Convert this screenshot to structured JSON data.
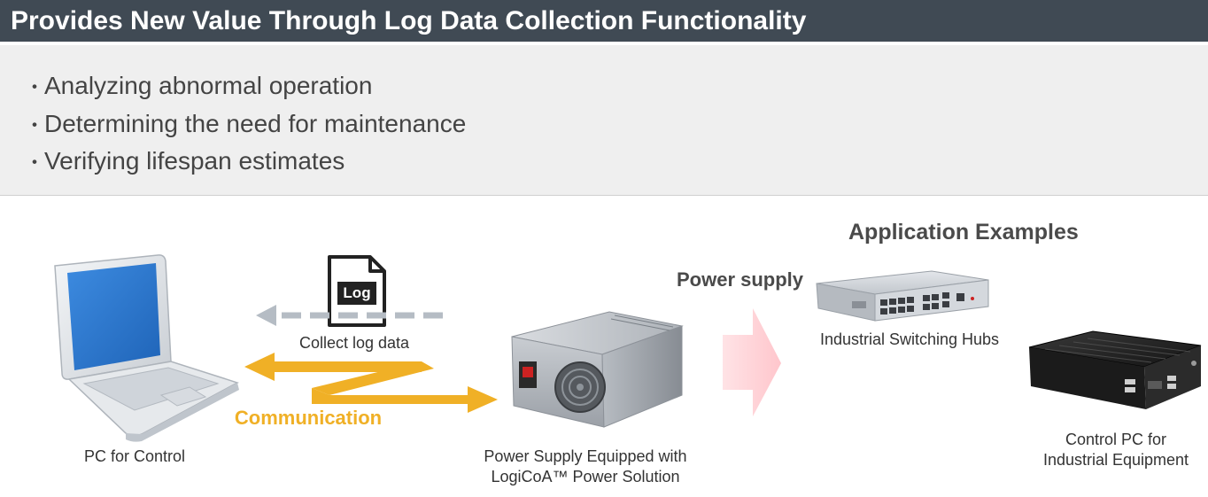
{
  "header": {
    "title": "Provides New Value Through Log Data Collection Functionality"
  },
  "benefits": {
    "items": [
      "Analyzing abnormal operation",
      "Determining the need for maintenance",
      "Verifying lifespan estimates"
    ],
    "bullet": "・"
  },
  "diagram": {
    "pc_label": "PC for Control",
    "log_icon_text": "Log",
    "collect_label": "Collect log data",
    "communication_label": "Communication",
    "power_supply_label_line1": "Power Supply Equipped with",
    "power_supply_label_line2": "LogiCoA™ Power Solution",
    "power_supply_arrow_label": "Power supply",
    "applications_heading": "Application Examples",
    "switching_hubs_label": "Industrial Switching Hubs",
    "control_pc_label_line1": "Control PC for",
    "control_pc_label_line2": "Industrial Equipment"
  },
  "colors": {
    "header_bg": "#404a54",
    "panel_bg": "#efefef",
    "communication_arrow": "#f0b026",
    "collect_arrow": "#b5bcc4",
    "power_arrow": "#ffd0d4"
  }
}
